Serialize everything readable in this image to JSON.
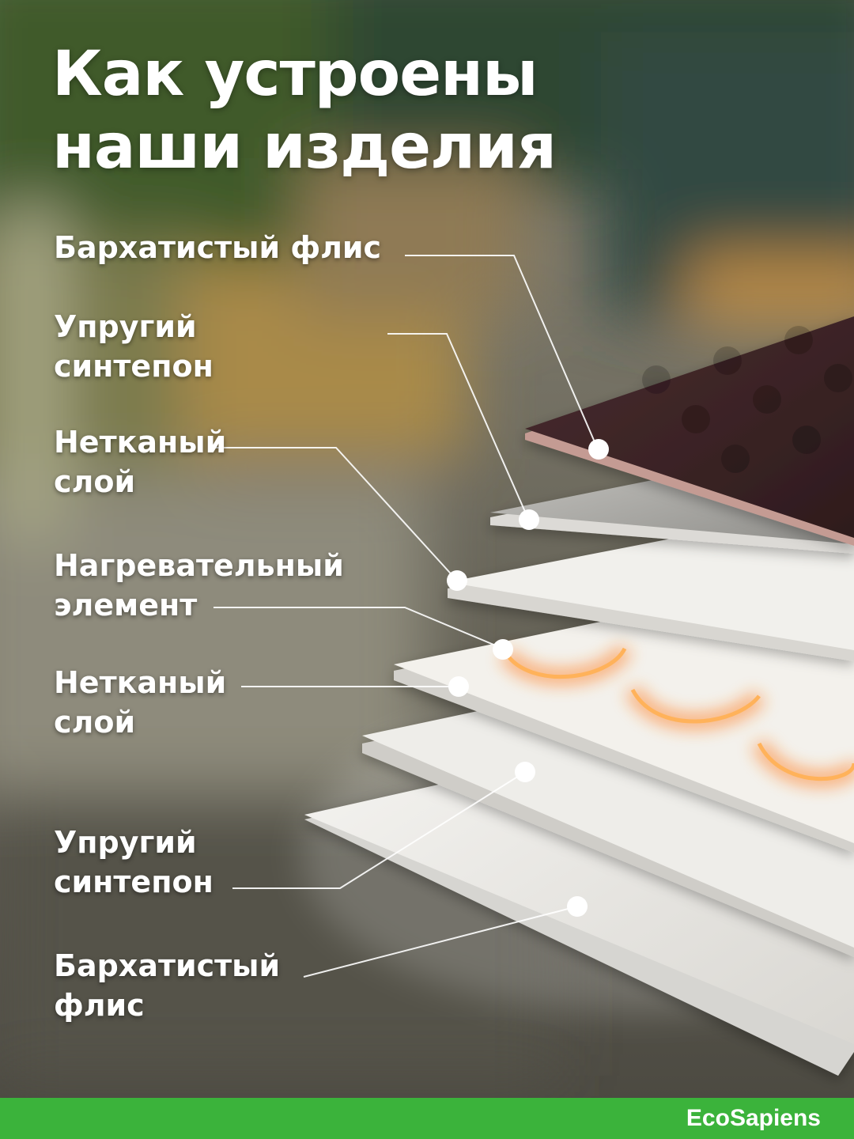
{
  "title": {
    "line1": "Как устроены",
    "line2": "наши изделия"
  },
  "layers": [
    {
      "line1": "Бархатистый флис",
      "line2": ""
    },
    {
      "line1": "Упругий",
      "line2": "синтепон"
    },
    {
      "line1": "Нетканый",
      "line2": "слой"
    },
    {
      "line1": "Нагревательный",
      "line2": "элемент"
    },
    {
      "line1": "Нетканый",
      "line2": "слой"
    },
    {
      "line1": "Упругий",
      "line2": "синтепон"
    },
    {
      "line1": "Бархатистый",
      "line2": "флис"
    }
  ],
  "brand": {
    "name": "EcoSapiens"
  },
  "colors": {
    "brand_green": "#3bb33b",
    "fleece_top": "#3a2224",
    "heating_glow": "#ff8a2a",
    "layer_white": "#f2f1ee"
  }
}
